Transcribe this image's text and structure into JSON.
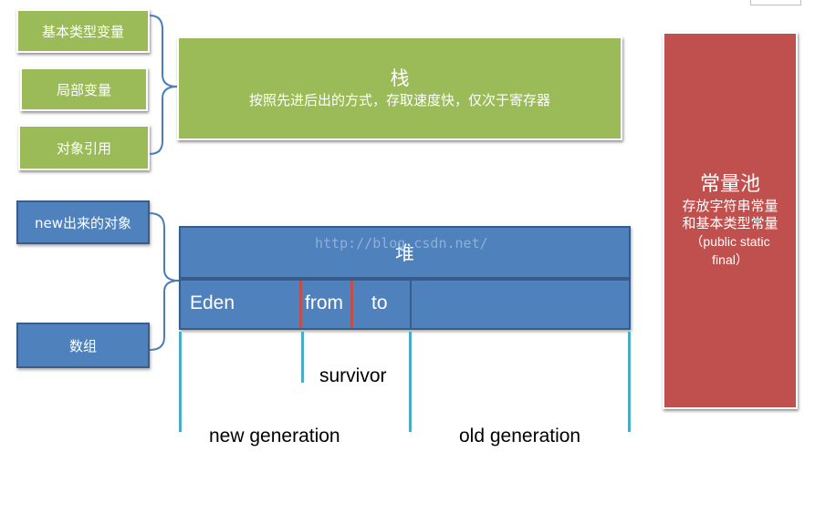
{
  "colors": {
    "green": "#9bbb59",
    "blue": "#4f81bd",
    "red": "#c0504d",
    "cyan": "#4bacc6"
  },
  "stack_side": [
    "基本类型变量",
    "局部变量",
    "对象引用"
  ],
  "stack": {
    "title": "栈",
    "desc": "按照先进后出的方式，存取速度快，仅次于寄存器"
  },
  "heap_side": [
    "new出来的对象",
    "数组"
  ],
  "heap": {
    "title": "堆",
    "watermark": "http://blog.csdn.net/"
  },
  "regions": {
    "eden": "Eden",
    "from": "from",
    "to": "to"
  },
  "labels": {
    "survivor": "survivor",
    "new_gen": "new generation",
    "old_gen": "old generation"
  },
  "pool": {
    "title": "常量池",
    "line1": "存放字符串常量",
    "line2": "和基本类型常量",
    "line3": "（public static",
    "line4": "final）"
  }
}
